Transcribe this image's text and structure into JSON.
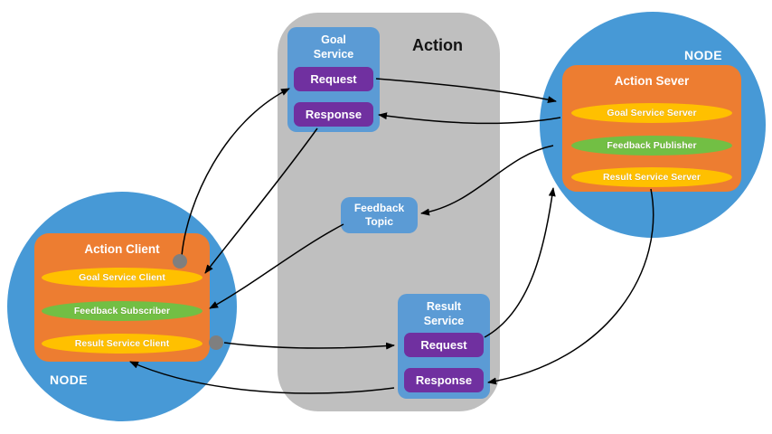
{
  "canvas": {
    "title": "Action"
  },
  "goal_service": {
    "title": "Goal Service",
    "request_label": "Request",
    "response_label": "Response"
  },
  "feedback_topic": {
    "title": "Feedback Topic"
  },
  "result_service": {
    "title": "Result Service",
    "request_label": "Request",
    "response_label": "Response"
  },
  "client_node": {
    "node_label": "NODE",
    "title": "Action Client",
    "pills": [
      {
        "label": "Goal Service Client",
        "color": "#ffc000"
      },
      {
        "label": "Feedback Subscriber",
        "color": "#72bf44"
      },
      {
        "label": "Result Service Client",
        "color": "#ffc000"
      }
    ]
  },
  "server_node": {
    "node_label": "NODE",
    "title": "Action Sever",
    "pills": [
      {
        "label": "Goal Service Server",
        "color": "#ffc000"
      },
      {
        "label": "Feedback Publisher",
        "color": "#72bf44"
      },
      {
        "label": "Result Service Server",
        "color": "#ffc000"
      }
    ]
  },
  "colors": {
    "node_circle": "#4799d6",
    "service_box": "#5b9bd5",
    "action_area": "#bfbfbf",
    "request_button": "#7030a0",
    "client_server_box": "#ed7d31",
    "arrow": "#000000",
    "connector_dot": "#7f7f7f"
  }
}
